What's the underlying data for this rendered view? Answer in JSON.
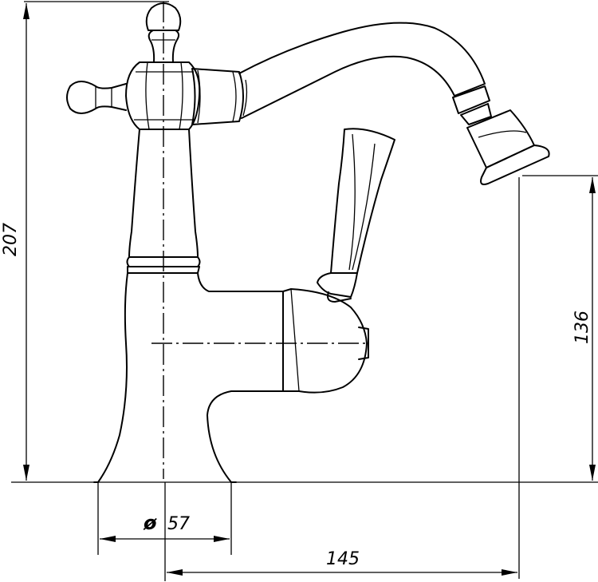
{
  "dimensions": {
    "total_height": "207",
    "spout_height": "136",
    "base_diameter_symbol": "ø",
    "base_diameter": "57",
    "spout_reach": "145"
  }
}
